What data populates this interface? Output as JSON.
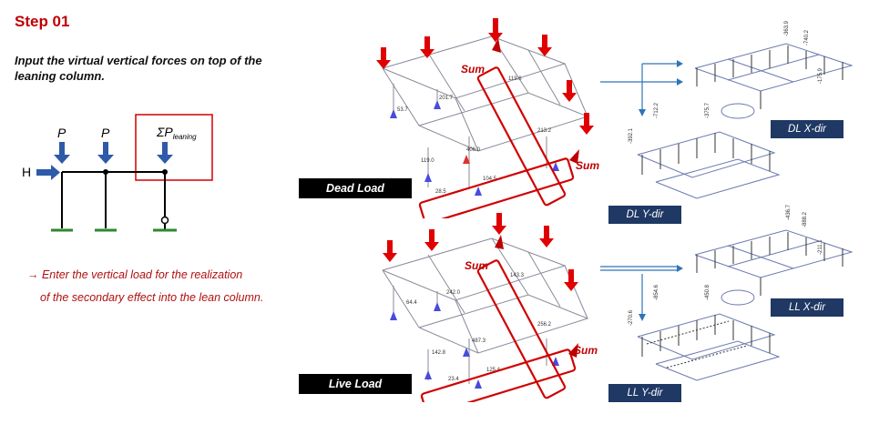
{
  "title": "Step 01",
  "instruction": "Input the virtual vertical forces on top of the leaning column.",
  "schematic": {
    "force_h": "H",
    "force_p1": "P",
    "force_p2": "P",
    "force_sum": "ΣP",
    "force_sum_sub": "leaning"
  },
  "note": {
    "line1": "→ Enter the vertical load for the realization",
    "line2": "of the secondary effect into the lean column."
  },
  "dead_load": {
    "label": "Dead Load",
    "sum_label_1": "Sum",
    "sum_label_2": "Sum",
    "values": [
      "53.7",
      "201.7",
      "119.6",
      "406.0",
      "119.0",
      "104.5",
      "213.2",
      "28.5"
    ]
  },
  "live_load": {
    "label": "Live Load",
    "sum_label_1": "Sum",
    "sum_label_2": "Sum",
    "values": [
      "64.4",
      "242.0",
      "143.3",
      "487.3",
      "142.8",
      "125.4",
      "256.2",
      "23.4"
    ]
  },
  "results": {
    "dl_x": {
      "label": "DL X-dir",
      "values": [
        "-363.9",
        "-740.2",
        "-175.9"
      ]
    },
    "dl_y": {
      "label": "DL Y-dir",
      "values": [
        "-392.1",
        "-712.2",
        "-375.7"
      ]
    },
    "ll_x": {
      "label": "LL X-dir",
      "values": [
        "-436.7",
        "-888.2",
        "-211.1"
      ]
    },
    "ll_y": {
      "label": "LL Y-dir",
      "values": [
        "-270.6",
        "-854.6",
        "-450.8"
      ]
    }
  },
  "colors": {
    "accent_red": "#c00000",
    "arrow_red": "#e00000",
    "arrow_blue": "#2e5aa8",
    "label_bg": "#1f3864"
  }
}
